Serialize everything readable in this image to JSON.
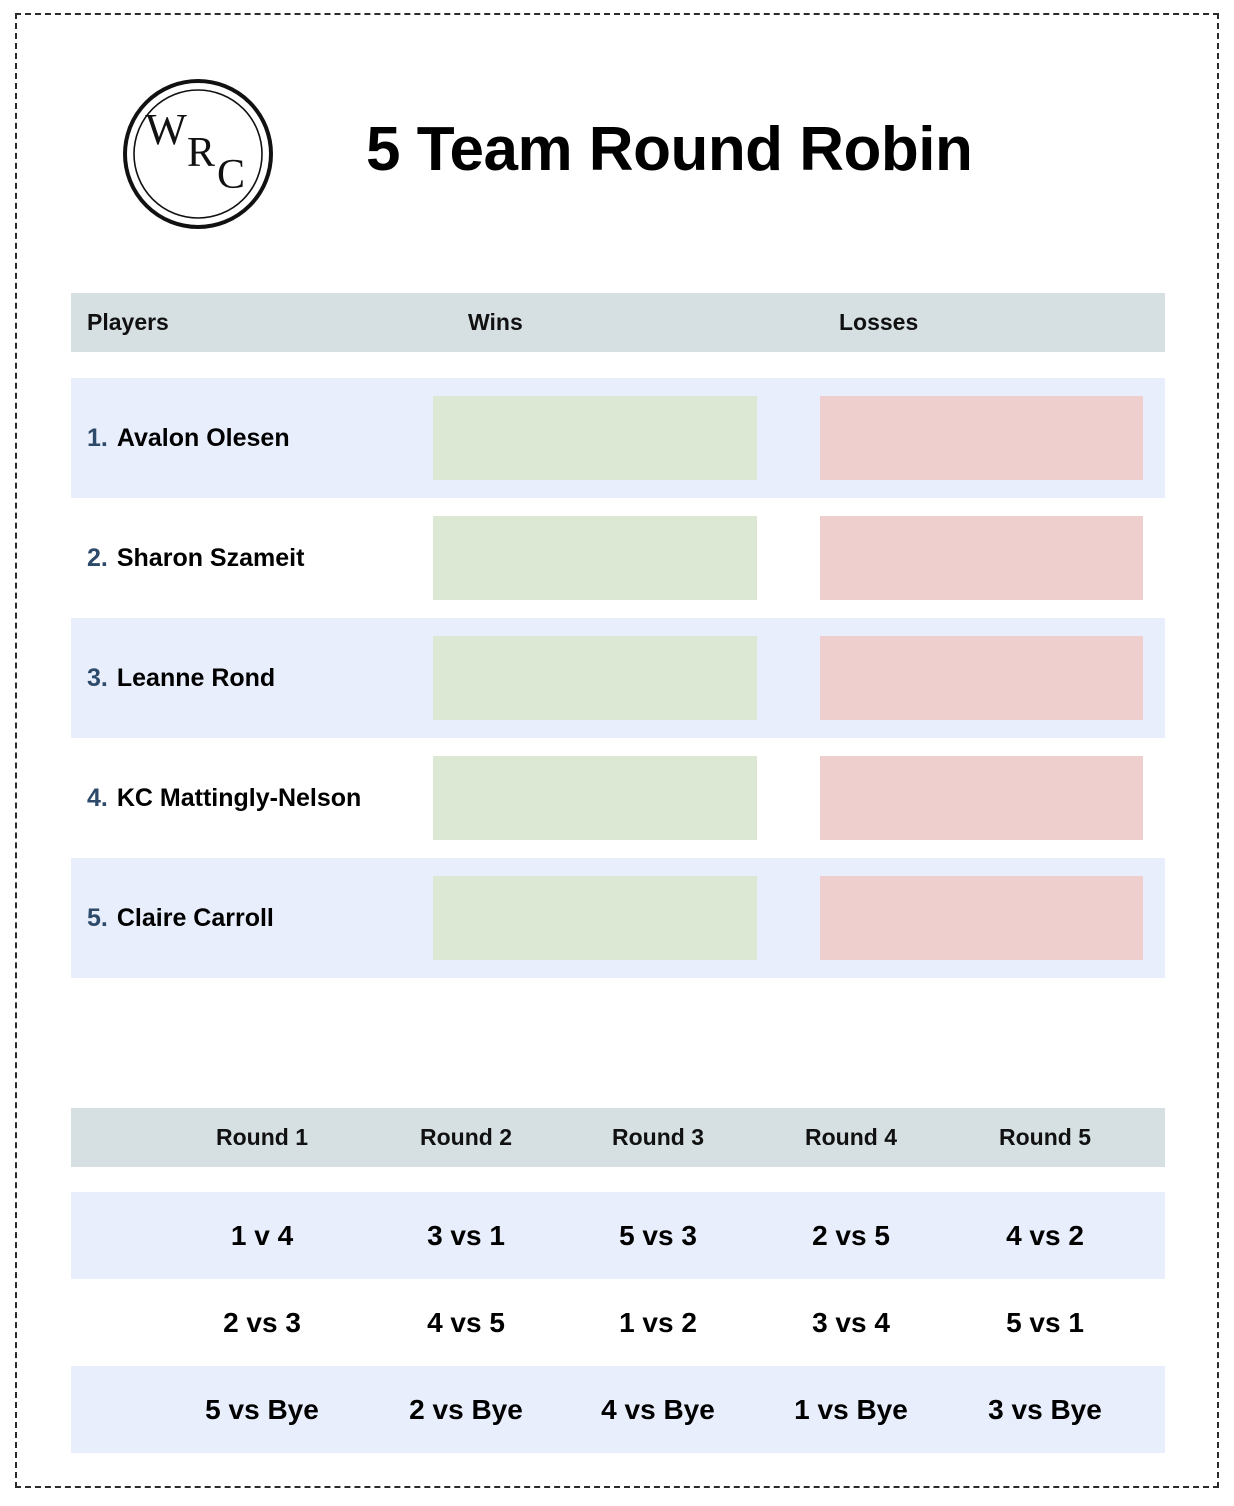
{
  "page": {
    "title": "5 Team Round Robin",
    "logo_letters": [
      "W",
      "R",
      "C"
    ],
    "colors": {
      "header_band": "#d6e0e3",
      "row_alt": "#e8eefc",
      "win_box": "#dce8d4",
      "loss_box": "#efcfcd",
      "number_blue": "#2d4a6b",
      "border": "#2b2b2b"
    }
  },
  "standings": {
    "columns": [
      "Players",
      "Wins",
      "Losses"
    ],
    "rows": [
      {
        "number": "1.",
        "player": "Avalon Olesen",
        "wins": "",
        "losses": ""
      },
      {
        "number": "2.",
        "player": "Sharon Szameit",
        "wins": "",
        "losses": ""
      },
      {
        "number": "3.",
        "player": "Leanne Rond",
        "wins": "",
        "losses": ""
      },
      {
        "number": "4.",
        "player": "KC Mattingly-Nelson",
        "wins": "",
        "losses": ""
      },
      {
        "number": "5.",
        "player": "Claire Carroll",
        "wins": "",
        "losses": ""
      }
    ]
  },
  "schedule": {
    "columns": [
      "Round 1",
      "Round 2",
      "Round 3",
      "Round 4",
      "Round 5"
    ],
    "rows": [
      [
        "1 v 4",
        "3 vs 1",
        "5 vs 3",
        "2 vs 5",
        "4 vs 2"
      ],
      [
        "2 vs 3",
        "4 vs 5",
        "1 vs 2",
        "3 vs 4",
        "5 vs 1"
      ],
      [
        "5 vs Bye",
        "2 vs Bye",
        "4 vs Bye",
        "1 vs Bye",
        "3 vs Bye"
      ]
    ]
  }
}
